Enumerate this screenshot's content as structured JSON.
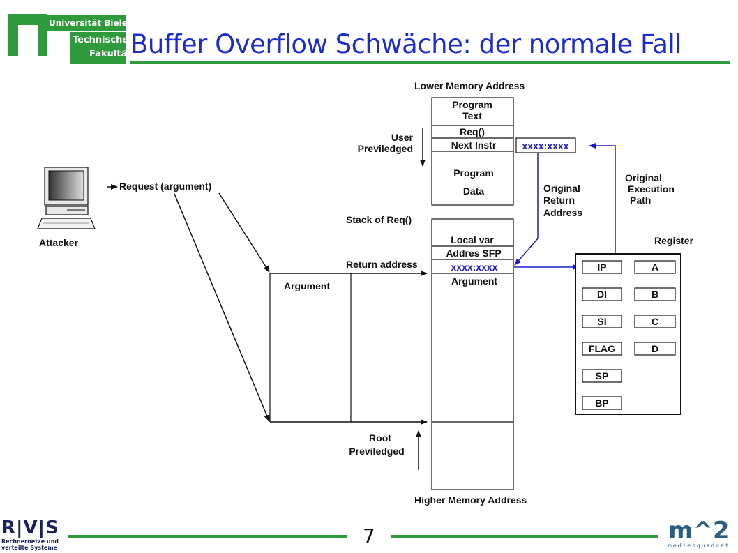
{
  "header": {
    "university": "Universität Bielefeld",
    "faculty_line1": "Technische",
    "faculty_line2": "Fakultät",
    "title": "Buffer Overflow Schwäche: der normale Fall"
  },
  "diagram": {
    "lower_memory": "Lower Memory Address",
    "higher_memory": "Higher Memory Address",
    "program_text_1": "Program",
    "program_text_2": "Text",
    "req_cell": "Req()",
    "next_instr": "Next Instr",
    "program_data_1": "Program",
    "program_data_2": "Data",
    "user_priv_1": "User",
    "user_priv_2": "Previledged",
    "addr_box": "xxxx:xxxx",
    "orig_return_1": "Original",
    "orig_return_2": "Return",
    "orig_return_3": "Address",
    "orig_exec_1": "Original",
    "orig_exec_2": "Execution",
    "orig_exec_3": "Path",
    "attacker": "Attacker",
    "request": "Request (argument)",
    "stack_of_req": "Stack of Req()",
    "local_var": "Local var",
    "addres_sfp": "Addres SFP",
    "stack_addr": "xxxx:xxxx",
    "argument_cell": "Argument",
    "return_address": "Return address",
    "argument_block": "Argument",
    "root_1": "Root",
    "root_2": "Previledged",
    "register_title": "Register",
    "registers": [
      "IP",
      "A",
      "DI",
      "B",
      "SI",
      "C",
      "FLAG",
      "D",
      "SP",
      "BP"
    ]
  },
  "footer": {
    "rvs": "R|V|S",
    "rvs_sub1": "Rechnernetze und",
    "rvs_sub2": "verteilte Systeme",
    "page": "7",
    "m2_mark": "m^2",
    "m2_sub": "medienquadrat"
  },
  "colors": {
    "green": "#2f9a3c",
    "title_blue": "#1a2bd0",
    "arrow_blue": "#1a1ad0"
  }
}
